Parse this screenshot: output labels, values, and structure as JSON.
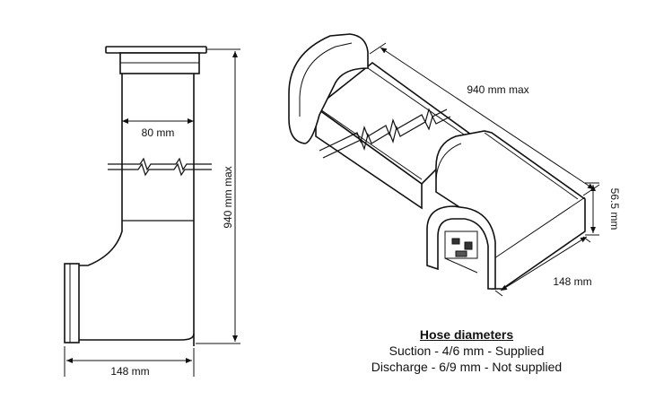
{
  "front_view": {
    "width_label": "80 mm",
    "height_label": "940 mm max",
    "base_label": "148 mm"
  },
  "iso_view": {
    "length_label": "940 mm max",
    "height_label": "56.5 mm",
    "width_label": "148 mm"
  },
  "legend": {
    "title": "Hose diameters",
    "suction": "Suction - 4/6 mm - Supplied",
    "discharge": "Discharge - 6/9 mm - Not supplied"
  }
}
